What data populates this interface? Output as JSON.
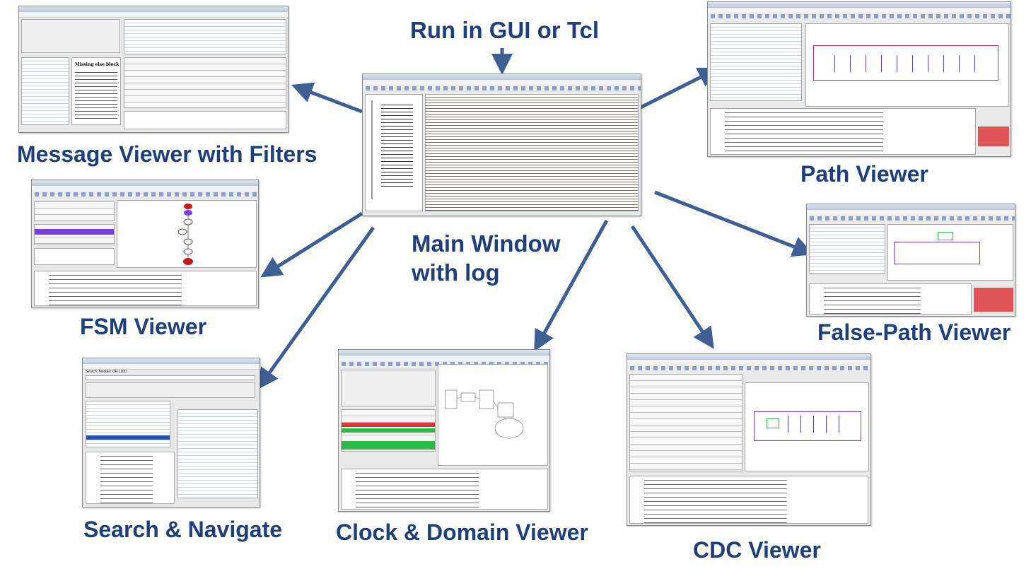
{
  "labels": {
    "run_mode": "Run in GUI or Tcl",
    "main_window": "Main Window\nwith log",
    "message_viewer": "Message Viewer with Filters",
    "path_viewer": "Path Viewer",
    "fsm_viewer": "FSM Viewer",
    "false_path_viewer": "False-Path Viewer",
    "search_navigate": "Search & Navigate",
    "clock_domain_viewer": "Clock & Domain Viewer",
    "cdc_viewer": "CDC Viewer"
  },
  "colors": {
    "label": "#1f3f7a",
    "arrow": "#3d5f91",
    "highlight_red": "#e05555",
    "highlight_green": "#2db84a",
    "fsm_state": "#c41a1a",
    "fsm_selected": "#7b3fe0"
  },
  "screens": {
    "main_window": {
      "title": "Main Window",
      "log_lines": 30
    },
    "message_viewer": {
      "heading": "Missing else block"
    },
    "search": {
      "module": "Search: Module: OR.1200"
    }
  }
}
